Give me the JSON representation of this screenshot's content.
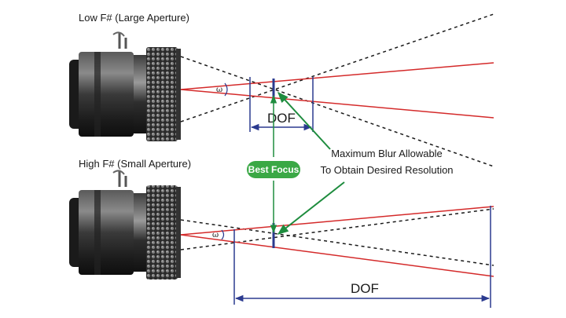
{
  "labels": {
    "low_title": "Low F# (Large Aperture)",
    "high_title": "High F# (Small Aperture)",
    "dof_top": "DOF",
    "dof_bottom": "DOF",
    "best_focus": "Best Focus",
    "max_blur_line1": "Maximum Blur Allowable",
    "max_blur_line2": "To Obtain Desired Resolution",
    "angle_symbol": "ω"
  },
  "colors": {
    "ray": "#d42a2a",
    "dof_bracket": "#2b3a8f",
    "focus_plane": "#2b3a8f",
    "pointer": "#1e8c3e",
    "best_focus_badge": "#3aa845",
    "dashed": "#1a1a1a",
    "lens_body": "#2a2a2a"
  },
  "icons": {
    "lens_top": "camera-lens-icon",
    "lens_bottom": "camera-lens-icon"
  }
}
